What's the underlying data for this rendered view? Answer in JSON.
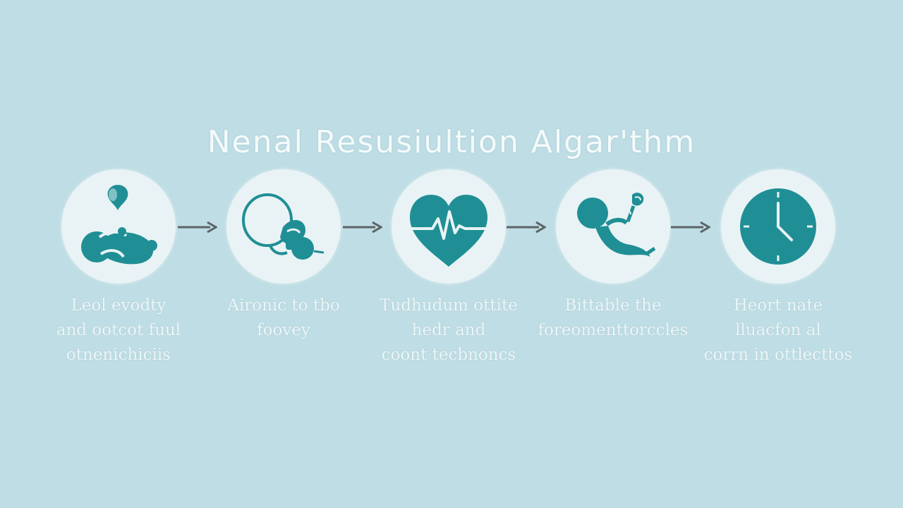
{
  "title": "Nenal Resusiultion Algar'thm",
  "colors": {
    "background": "#bedde4",
    "circle": "#e9f3f5",
    "icon": "#1f8f95",
    "arrow": "#5b6466",
    "text": "#edf6f8"
  },
  "steps": [
    {
      "icon": "baby-with-drop-icon",
      "caption": [
        "Leol evodty",
        "and ootcot fuul",
        "otnenichiciis"
      ]
    },
    {
      "icon": "airway-mask-icon",
      "caption": [
        "Aironic to tbo",
        "foovey"
      ]
    },
    {
      "icon": "heart-ekg-icon",
      "caption": [
        "Tudhudum ottite",
        "hedr and",
        "coont tecbnoncs"
      ]
    },
    {
      "icon": "baby-ventilation-icon",
      "caption": [
        "Bittable the",
        "foreomenttorccles"
      ]
    },
    {
      "icon": "clock-icon",
      "caption": [
        "Heort nate",
        "lluacfon al",
        "corrn in ottlecttos"
      ]
    }
  ]
}
